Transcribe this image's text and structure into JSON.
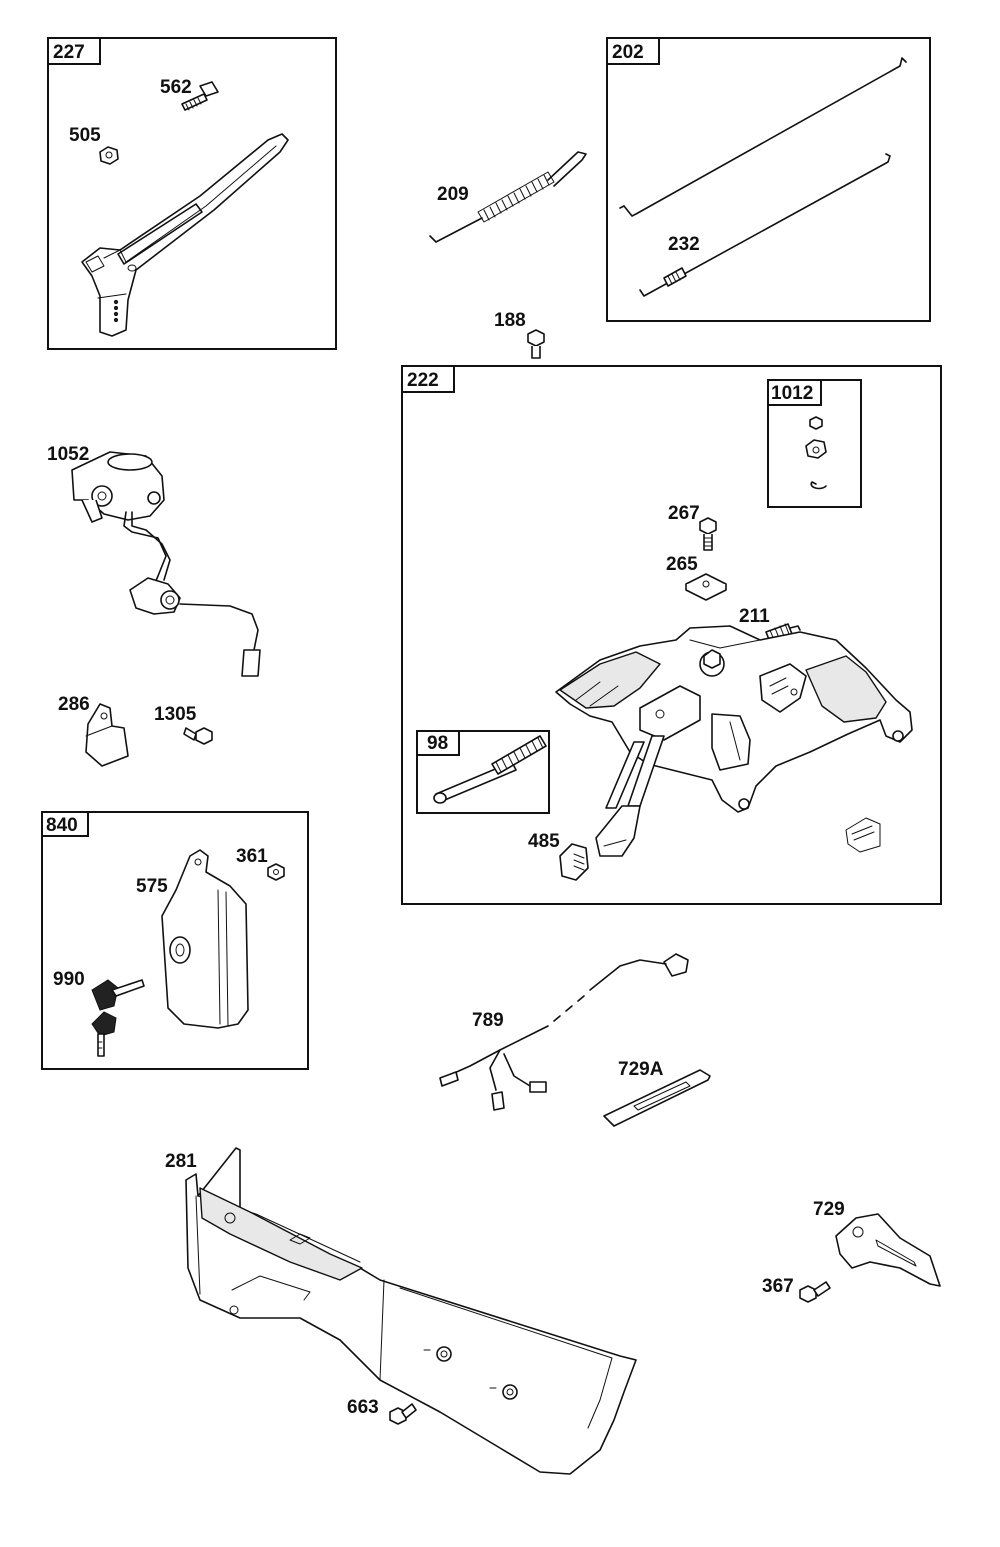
{
  "boxes": {
    "b227": "227",
    "b202": "202",
    "b222": "222",
    "b1012": "1012",
    "b98": "98",
    "b840": "840"
  },
  "parts": {
    "p562": "562",
    "p505": "505",
    "p209": "209",
    "p232": "232",
    "p188": "188",
    "p1052": "1052",
    "p267": "267",
    "p265": "265",
    "p211": "211",
    "p286": "286",
    "p1305": "1305",
    "p361": "361",
    "p575": "575",
    "p485": "485",
    "p990": "990",
    "p789": "789",
    "p729A": "729A",
    "p281": "281",
    "p729": "729",
    "p367": "367",
    "p663": "663"
  }
}
